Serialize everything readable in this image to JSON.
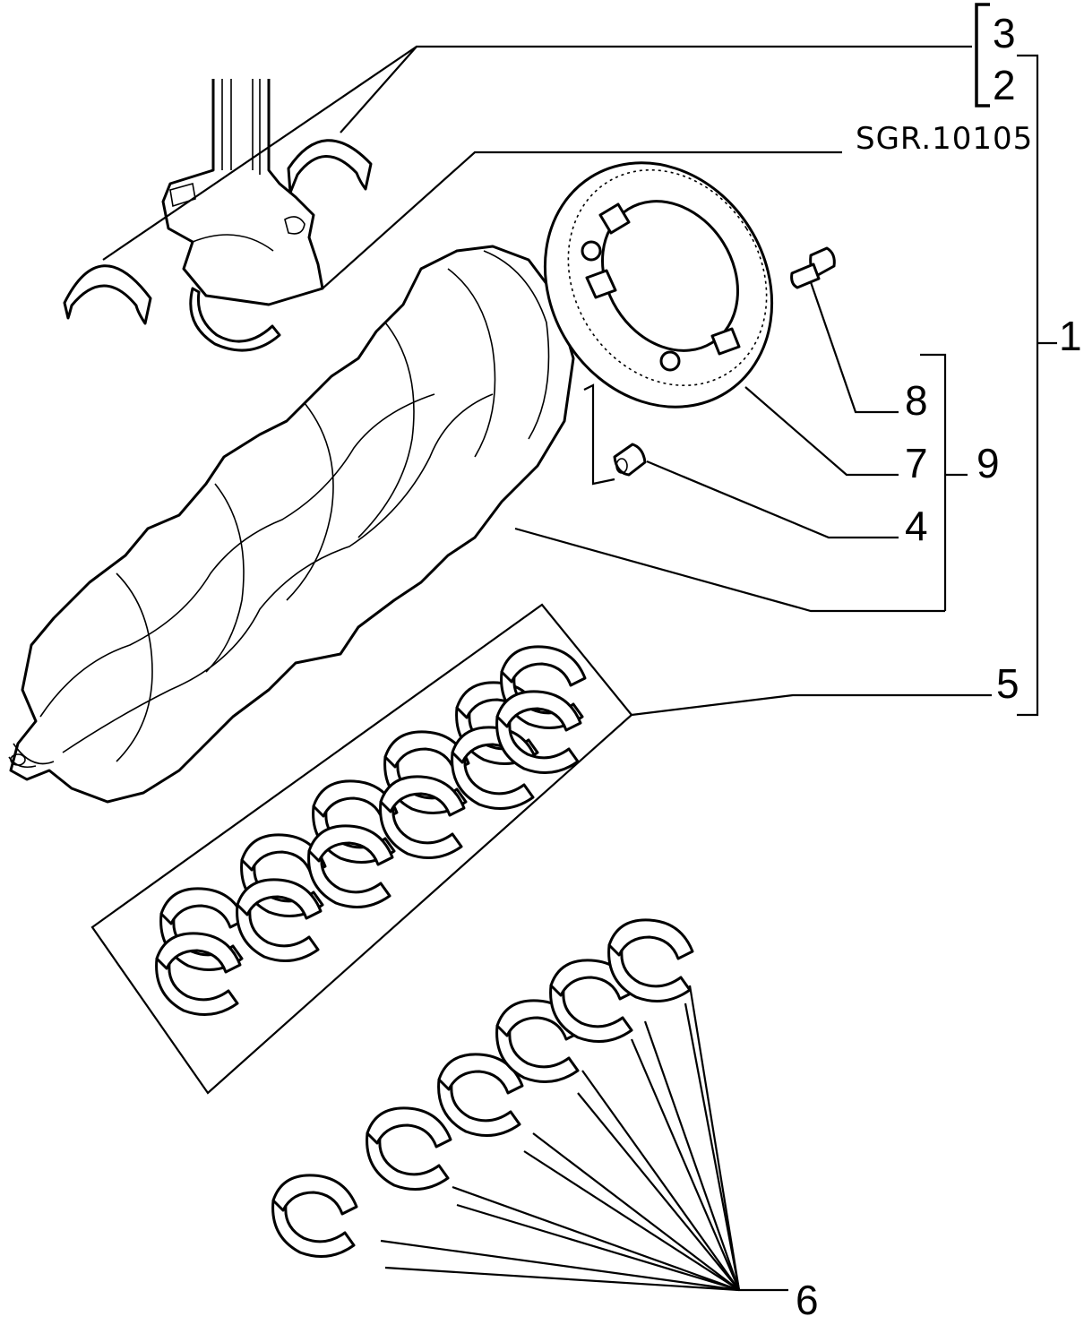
{
  "callouts": {
    "c1": "1",
    "c2": "2",
    "c3": "3",
    "c4": "4",
    "c5": "5",
    "c6": "6",
    "c7": "7",
    "c8": "8",
    "c9": "9",
    "ref_code": "SGR.10105"
  },
  "line_color": "#000000",
  "background": "#ffffff"
}
